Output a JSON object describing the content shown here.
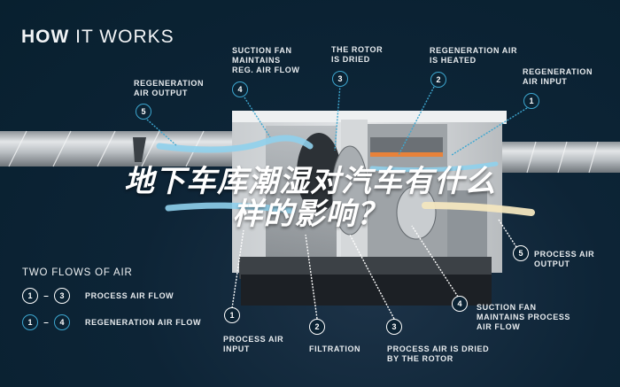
{
  "header": {
    "title_bold": "HOW",
    "title_light": "IT WORKS"
  },
  "overlay": {
    "line1": "地下车库潮湿对汽车有什么",
    "line2": "样的影响？"
  },
  "top_callouts": [
    {
      "num": "5",
      "label": "REGENERATION\nAIR OUTPUT"
    },
    {
      "num": "4",
      "label": "SUCTION FAN\nMAINTAINS\nREG. AIR FLOW"
    },
    {
      "num": "3",
      "label": "THE ROTOR\nIS DRIED"
    },
    {
      "num": "2",
      "label": "REGENERATION AIR\nIS HEATED"
    },
    {
      "num": "1",
      "label": "REGENERATION\nAIR INPUT"
    }
  ],
  "bottom_callouts": [
    {
      "num": "1",
      "label": "PROCESS AIR\nINPUT"
    },
    {
      "num": "2",
      "label": "FILTRATION"
    },
    {
      "num": "3",
      "label": "PROCESS AIR IS DRIED\nBY THE ROTOR"
    },
    {
      "num": "4",
      "label": "SUCTION FAN\nMAINTAINS PROCESS\nAIR FLOW"
    },
    {
      "num": "5",
      "label": "PROCESS AIR\nOUTPUT"
    }
  ],
  "legend": {
    "title": "TWO FLOWS OF AIR",
    "rows": [
      {
        "from": "1",
        "to": "3",
        "label": "PROCESS AIR FLOW",
        "color": "#ffffff"
      },
      {
        "from": "1",
        "to": "4",
        "label": "REGENERATION AIR FLOW",
        "color": "#3da7d0"
      }
    ]
  },
  "colors": {
    "background": "#0b2334",
    "regeneration_line": "#3da7d0",
    "process_line": "#ffffff",
    "process_air_stream": "#f3e6bf",
    "regen_air_stream": "#8fd0ec",
    "heater": "#e8823a"
  }
}
